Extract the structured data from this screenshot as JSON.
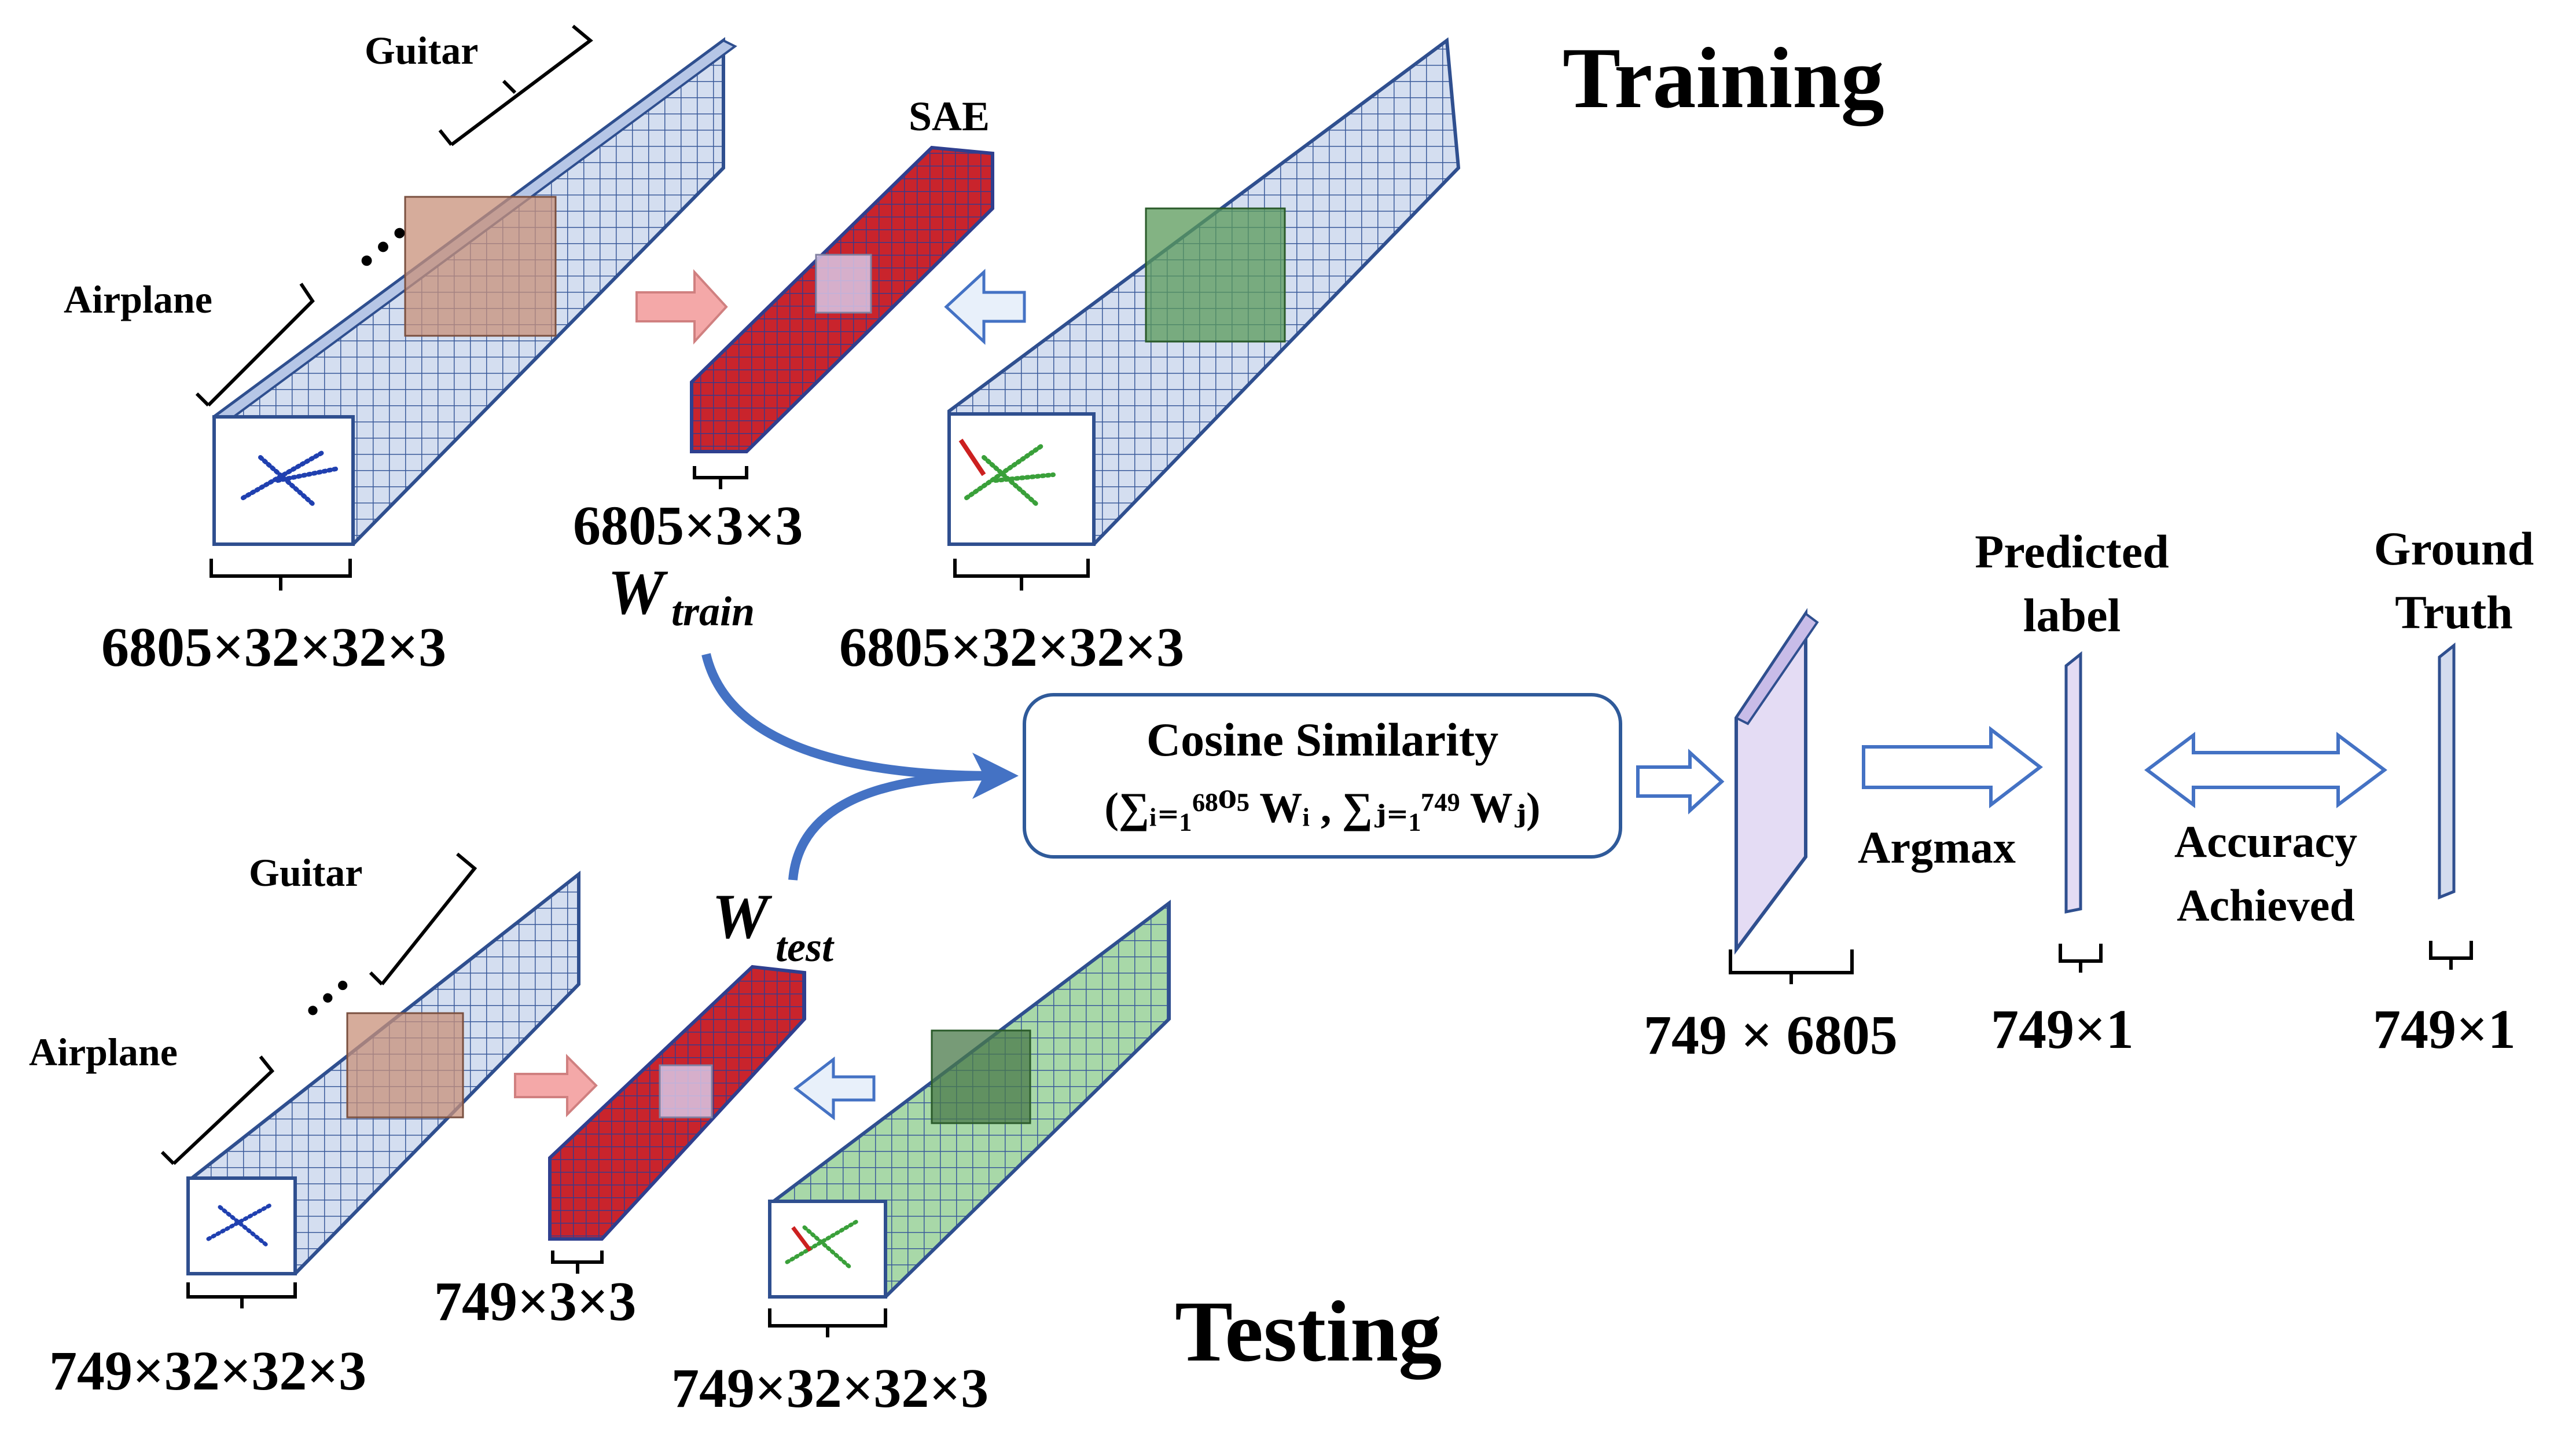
{
  "headings": {
    "training": "Training",
    "testing": "Testing"
  },
  "training": {
    "guitar": "Guitar",
    "airplane": "Airplane",
    "sae": "SAE",
    "dots": "…",
    "input_dims": "6805×32×32×3",
    "feature_dims": "6805×3×3",
    "recon_dims": "6805×32×32×3",
    "weight_symbol": "W",
    "weight_sub": "train"
  },
  "testing": {
    "guitar": "Guitar",
    "airplane": "Airplane",
    "dots": "…",
    "input_dims": "749×32×32×3",
    "feature_dims": "749×3×3",
    "recon_dims": "749×32×32×3",
    "weight_symbol": "W",
    "weight_sub": "test"
  },
  "cosine": {
    "title": "Cosine Similarity",
    "formula": "(∑ᵢ₌₁⁶⁸⁰⁵ Wᵢ , ∑ⱼ₌₁⁷⁴⁹ Wⱼ)"
  },
  "matrix_dims": "749 × 6805",
  "argmax": "Argmax",
  "predicted_label": [
    "Predicted",
    "label"
  ],
  "predicted_dims": "749×1",
  "accuracy": [
    "Accuracy",
    "Achieved"
  ],
  "ground_truth": [
    "Ground",
    "Truth"
  ],
  "ground_dims": "749×1",
  "colors": {
    "cube_blue": "#2f4f8f",
    "cube_face": "#c9d6ec",
    "feature_red": "#c8202a",
    "recon_green": "#3a8a3a",
    "flow_arrow": "#4472c4",
    "matrix_fill": "#e4dcf4",
    "pink_arrow": "#f4a0a0"
  }
}
